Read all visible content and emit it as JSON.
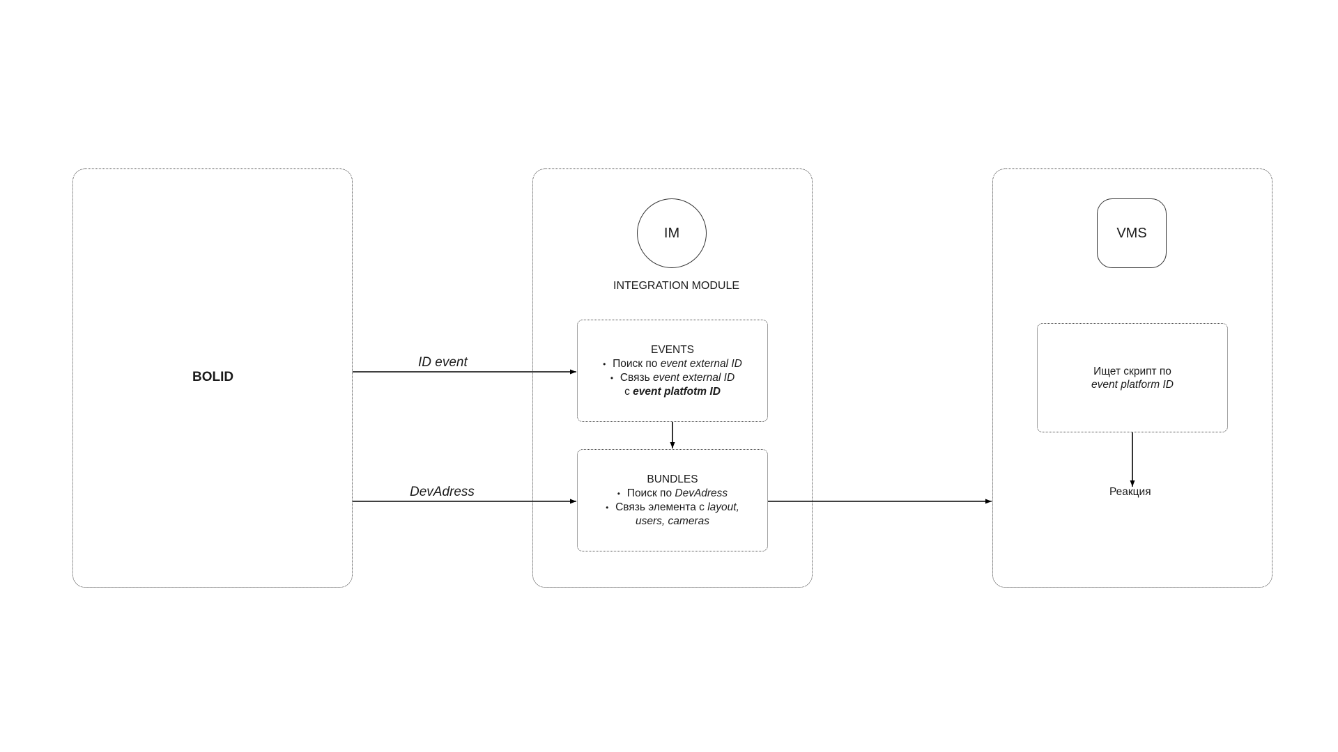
{
  "bolid": {
    "label": "BOLID"
  },
  "im": {
    "circle_label": "IM",
    "module_label": "INTEGRATION MODULE",
    "events": {
      "title": "EVENTS",
      "item1_text": "Поиск по ",
      "item1_em": "event external ID",
      "item2_text": "Связь ",
      "item2_em": "event external ID",
      "item2_cont_text": "с ",
      "item2_cont_strong": "event platfotm ID"
    },
    "bundles": {
      "title": "BUNDLES",
      "item1_text": "Поиск по ",
      "item1_em": "DevAdress",
      "item2_text": "Связь элемента с ",
      "item2_em": "layout,",
      "item2_cont_em": "users, cameras"
    }
  },
  "vms": {
    "node_label": "VMS",
    "script_line1": "Ищет скрипт  по",
    "script_line2": "event platform ID",
    "reaction": "Реакция"
  },
  "edges": {
    "id_event": "ID event",
    "devadress": "DevAdress"
  },
  "bullet": "•",
  "colors": {
    "line": "#000000",
    "border": "#444444"
  }
}
